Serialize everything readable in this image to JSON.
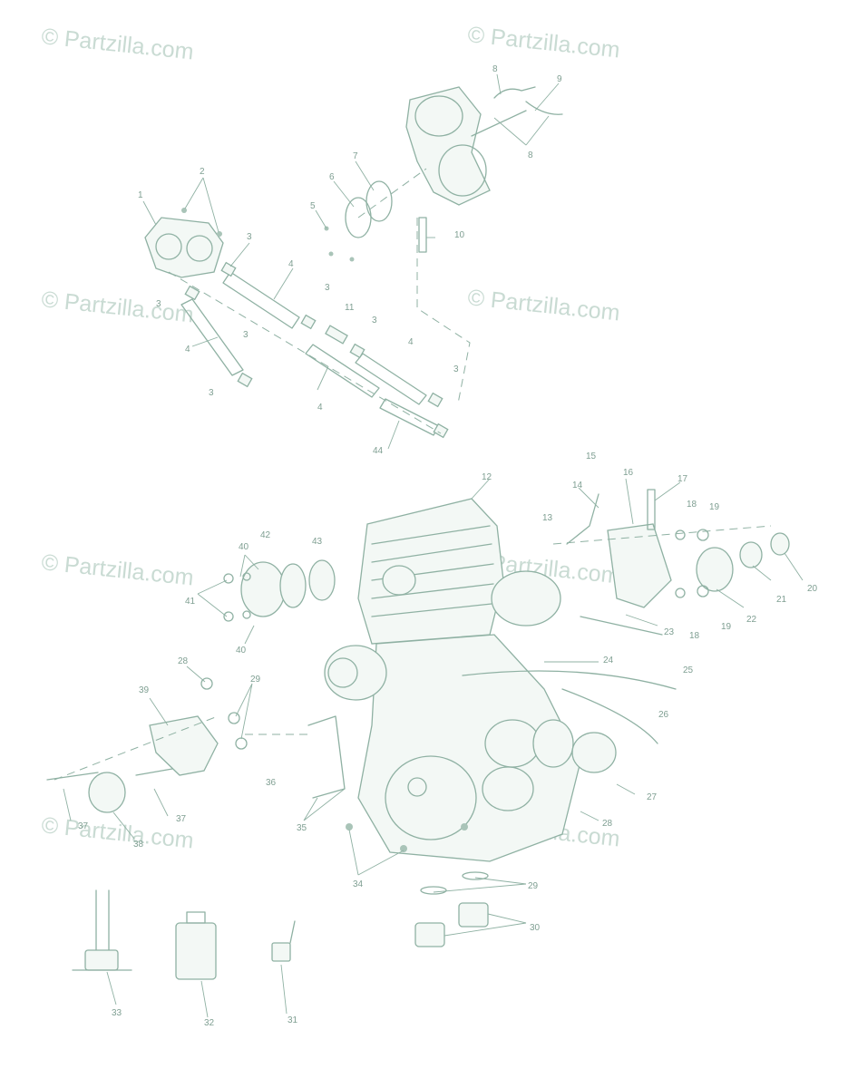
{
  "watermarks": [
    "© Partzilla.com",
    "© Partzilla.com",
    "© Partzilla.com",
    "© Partzilla.com",
    "© Partzilla.com",
    "© Partzilla.com",
    "© Partzilla.com",
    "© Partzilla.com"
  ],
  "callouts": [
    "1",
    "2",
    "3",
    "3",
    "3",
    "3",
    "3",
    "3",
    "3",
    "4",
    "4",
    "4",
    "4",
    "44",
    "5",
    "6",
    "7",
    "8",
    "8",
    "9",
    "10",
    "11",
    "12",
    "13",
    "14",
    "15",
    "16",
    "17",
    "18",
    "18",
    "19",
    "19",
    "20",
    "21",
    "22",
    "23",
    "24",
    "25",
    "26",
    "27",
    "28",
    "28",
    "29",
    "29",
    "30",
    "31",
    "32",
    "33",
    "34",
    "35",
    "36",
    "37",
    "37",
    "38",
    "39",
    "40",
    "40",
    "41",
    "42",
    "43"
  ],
  "colors": {
    "line": "#8fb1a3",
    "text": "#7f9f92",
    "watermark": "#c9dbd3"
  }
}
